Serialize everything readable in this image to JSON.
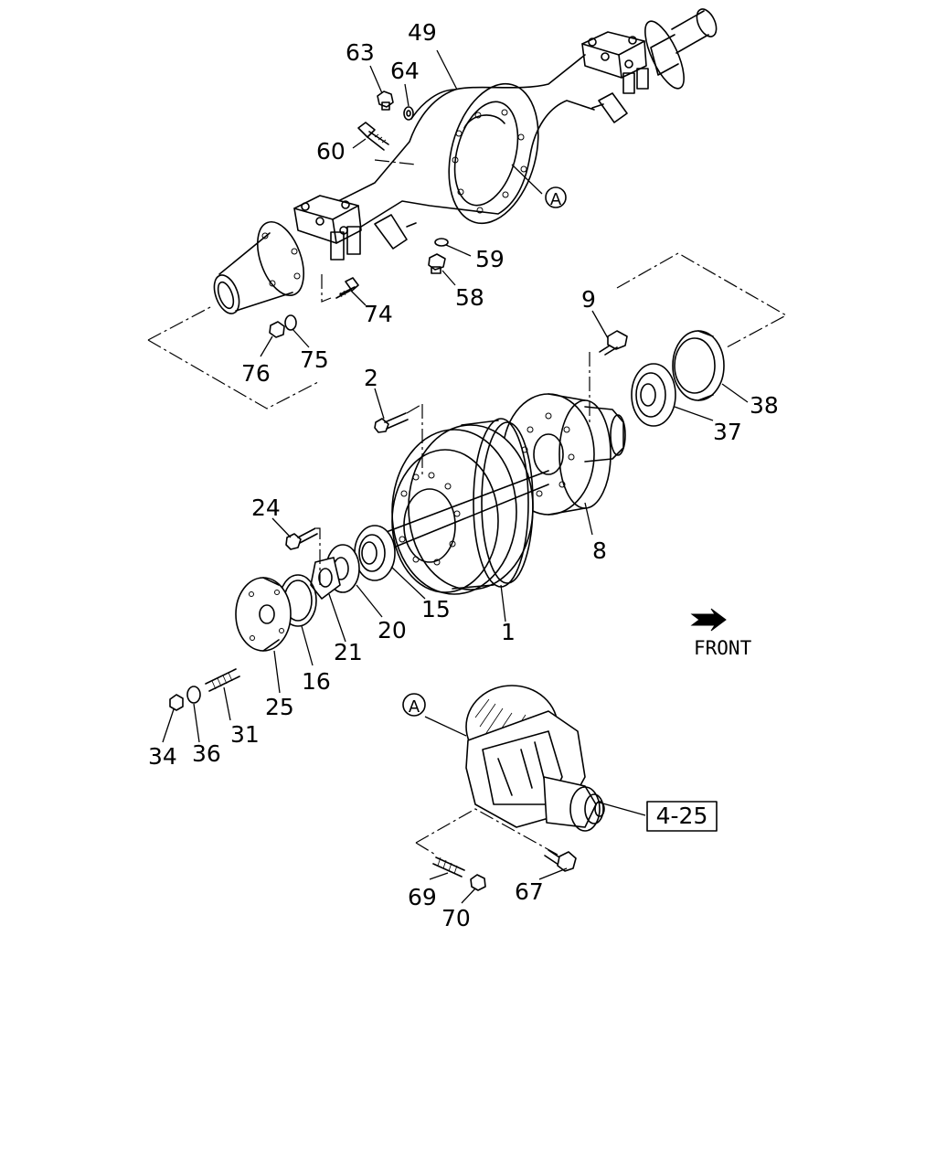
{
  "labels": {
    "p49": "49",
    "p63": "63",
    "p64": "64",
    "p60": "60",
    "pA_top": "A",
    "p59": "59",
    "p58": "58",
    "p74": "74",
    "p75": "75",
    "p76": "76",
    "p9": "9",
    "p38": "38",
    "p37": "37",
    "p2": "2",
    "p8": "8",
    "p24": "24",
    "p15": "15",
    "p1": "1",
    "p20": "20",
    "p21": "21",
    "p16": "16",
    "p25": "25",
    "p31": "31",
    "p34": "34",
    "p36": "36",
    "pA_bottom": "A",
    "ref": "4-25",
    "p69": "69",
    "p70": "70",
    "p67": "67"
  },
  "front_indicator": {
    "text": "FRONT",
    "icon": "front-arrow-icon"
  }
}
